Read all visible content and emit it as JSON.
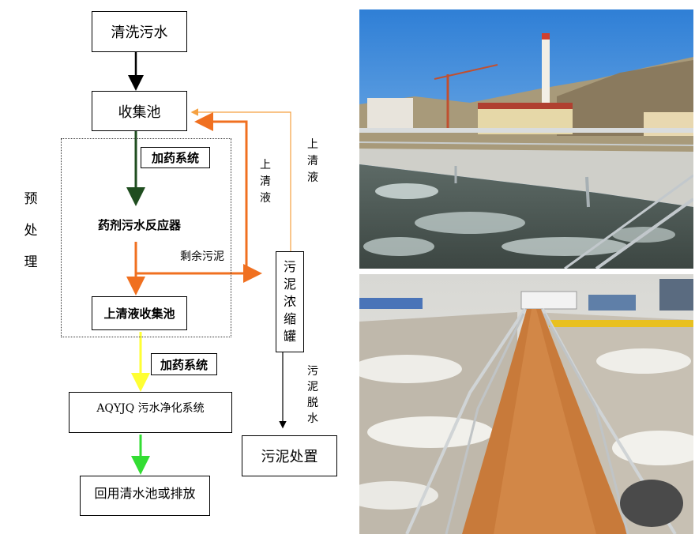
{
  "diagram": {
    "nodes": {
      "wash_water": "清洗污水",
      "collection_tank": "收集池",
      "dosing_1": "加药系统",
      "reactor": "药剂污水反应器",
      "supernatant_tank": "上清液收集池",
      "dosing_2": "加药系统",
      "purification": "AQYJQ 污水净化系统",
      "reuse": "回用清水池或排放",
      "thickener": "污泥浓缩罐",
      "sludge_disposal": "污泥处置"
    },
    "group_label": "预处理",
    "edge_labels": {
      "remaining_sludge": "剩余污泥",
      "supernatant_a": "上清液",
      "supernatant_b": "上清液",
      "dewatering": "污泥脱水"
    },
    "colors": {
      "black_arrow": "#000000",
      "dark_green_arrow": "#1f4d1f",
      "orange_arrow": "#f07020",
      "light_orange_line": "#f5a040",
      "yellow_arrow": "#ffff33",
      "green_arrow": "#33dd33"
    }
  },
  "photos": [
    {
      "subject": "aeration-tank-with-chimney",
      "tones": [
        "sky-blue",
        "concrete-gray",
        "foam-white"
      ]
    },
    {
      "subject": "tank-walkway-bridge",
      "tones": [
        "haze-white",
        "rust-orange",
        "foam-white"
      ]
    }
  ]
}
